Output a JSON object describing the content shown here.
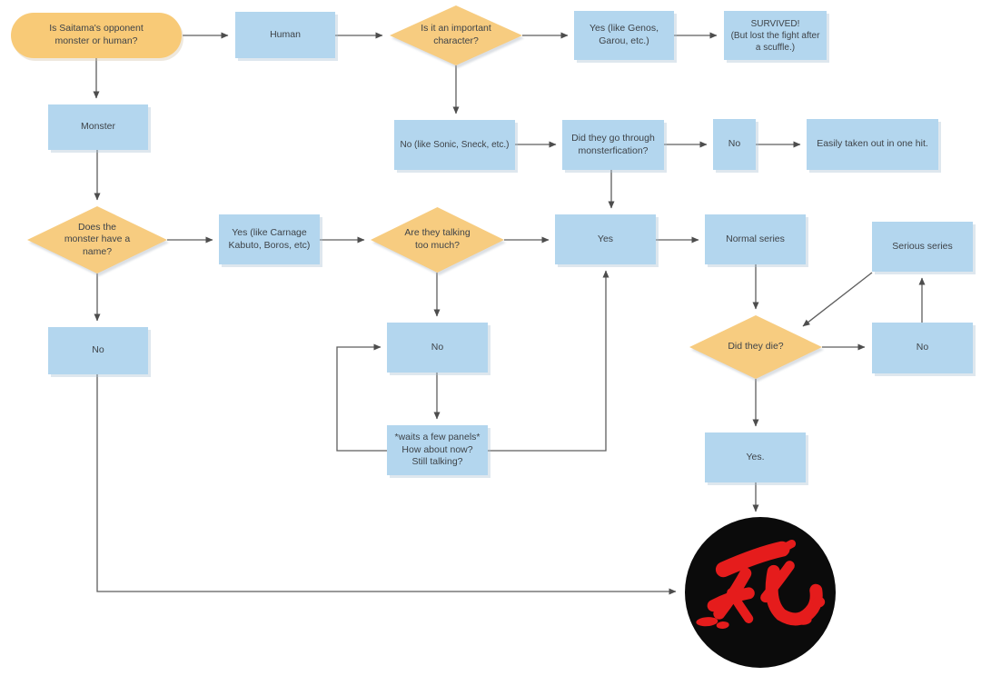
{
  "diagram": {
    "title": "Is Saitama's opponent monster or human? flowchart",
    "type": "flowchart"
  },
  "colors": {
    "process_fill": "#b3d6ee",
    "decision_fill": "#f7cc80",
    "terminator_fill": "#f8ca77",
    "connector_line": "#5e5e5e",
    "arrowhead": "#4d4d4d",
    "text": "#3e4348",
    "death_circle_bg": "#0b0b0b",
    "death_glyph_red": "#e51c1c",
    "background": "#ffffff"
  },
  "nodes": [
    {
      "id": "start",
      "shape": "terminator",
      "label": "Is Saitama's opponent\nmonster or human?"
    },
    {
      "id": "human",
      "shape": "process",
      "label": "Human"
    },
    {
      "id": "important-character",
      "shape": "decision",
      "label": "Is it an important\ncharacter?"
    },
    {
      "id": "yes-genos",
      "shape": "process",
      "label": "Yes (like Genos,\nGarou, etc.)"
    },
    {
      "id": "survived",
      "shape": "process",
      "label": "SURVIVED!\n(But lost the fight after\na scuffle.)"
    },
    {
      "id": "monster",
      "shape": "process",
      "label": "Monster"
    },
    {
      "id": "no-sonic",
      "shape": "process",
      "label": "No (like Sonic, Sneck, etc.)"
    },
    {
      "id": "monsterfication",
      "shape": "process",
      "label": "Did they go through\nmonsterfication?"
    },
    {
      "id": "no-small",
      "shape": "process",
      "label": "No"
    },
    {
      "id": "easily",
      "shape": "process",
      "label": "Easily taken out in one hit."
    },
    {
      "id": "monster-name",
      "shape": "decision",
      "label": "Does the\nmonster have a\nname?"
    },
    {
      "id": "yes-carnage",
      "shape": "process",
      "label": "Yes (like Carnage\nKabuto, Boros, etc)"
    },
    {
      "id": "talking-too-much",
      "shape": "decision",
      "label": "Are they talking\ntoo much?"
    },
    {
      "id": "yes-mid",
      "shape": "process",
      "label": "Yes"
    },
    {
      "id": "normal-series",
      "shape": "process",
      "label": "Normal series"
    },
    {
      "id": "serious-series",
      "shape": "process",
      "label": "Serious series"
    },
    {
      "id": "no-left",
      "shape": "process",
      "label": "No"
    },
    {
      "id": "no-mid",
      "shape": "process",
      "label": "No"
    },
    {
      "id": "did-they-die",
      "shape": "decision",
      "label": "Did they die?"
    },
    {
      "id": "no-right",
      "shape": "process",
      "label": "No"
    },
    {
      "id": "waits",
      "shape": "process",
      "label": "*waits a few panels*\nHow about now?\nStill talking?"
    },
    {
      "id": "yes-dot",
      "shape": "process",
      "label": "Yes."
    },
    {
      "id": "death",
      "shape": "image-circle",
      "label": "",
      "symbol": "死",
      "symbol_meaning": "death (red brush kanji on black circle)"
    }
  ]
}
